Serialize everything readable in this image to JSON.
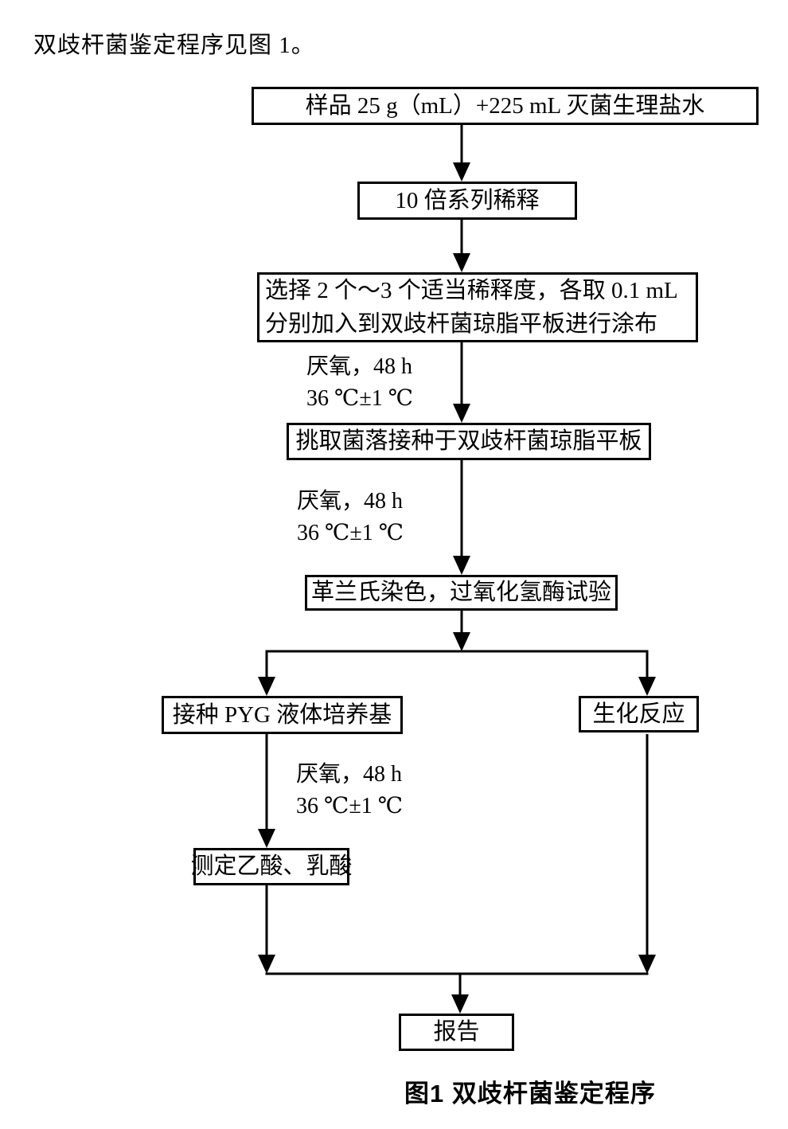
{
  "page": {
    "intro": "双歧杆菌鉴定程序见图 1。",
    "caption": "图1 双歧杆菌鉴定程序",
    "background_color": "#ffffff",
    "line_color": "#000000"
  },
  "flow": {
    "boxes": {
      "sample": "样品 25 g（mL）+225 mL 灭菌生理盐水",
      "dilution": "10 倍系列稀释",
      "select": {
        "line1": "选择 2 个～3 个适当稀释度，各取 0.1 mL",
        "line2": "分别加入到双歧杆菌琼脂平板进行涂布"
      },
      "pick": "挑取菌落接种于双歧杆菌琼脂平板",
      "gram": "革兰氏染色，过氧化氢酶试验",
      "pyg": "接种 PYG 液体培养基",
      "biochem": "生化反应",
      "acid": "测定乙酸、乳酸",
      "report": "报告"
    },
    "annotations": {
      "step1": {
        "line1": "厌氧，48 h",
        "line2": "36 ℃±1 ℃"
      },
      "step2": {
        "line1": "厌氧，48 h",
        "line2": "36 ℃±1 ℃"
      },
      "step3": {
        "line1": "厌氧，48 h",
        "line2": "36 ℃±1 ℃"
      }
    }
  }
}
